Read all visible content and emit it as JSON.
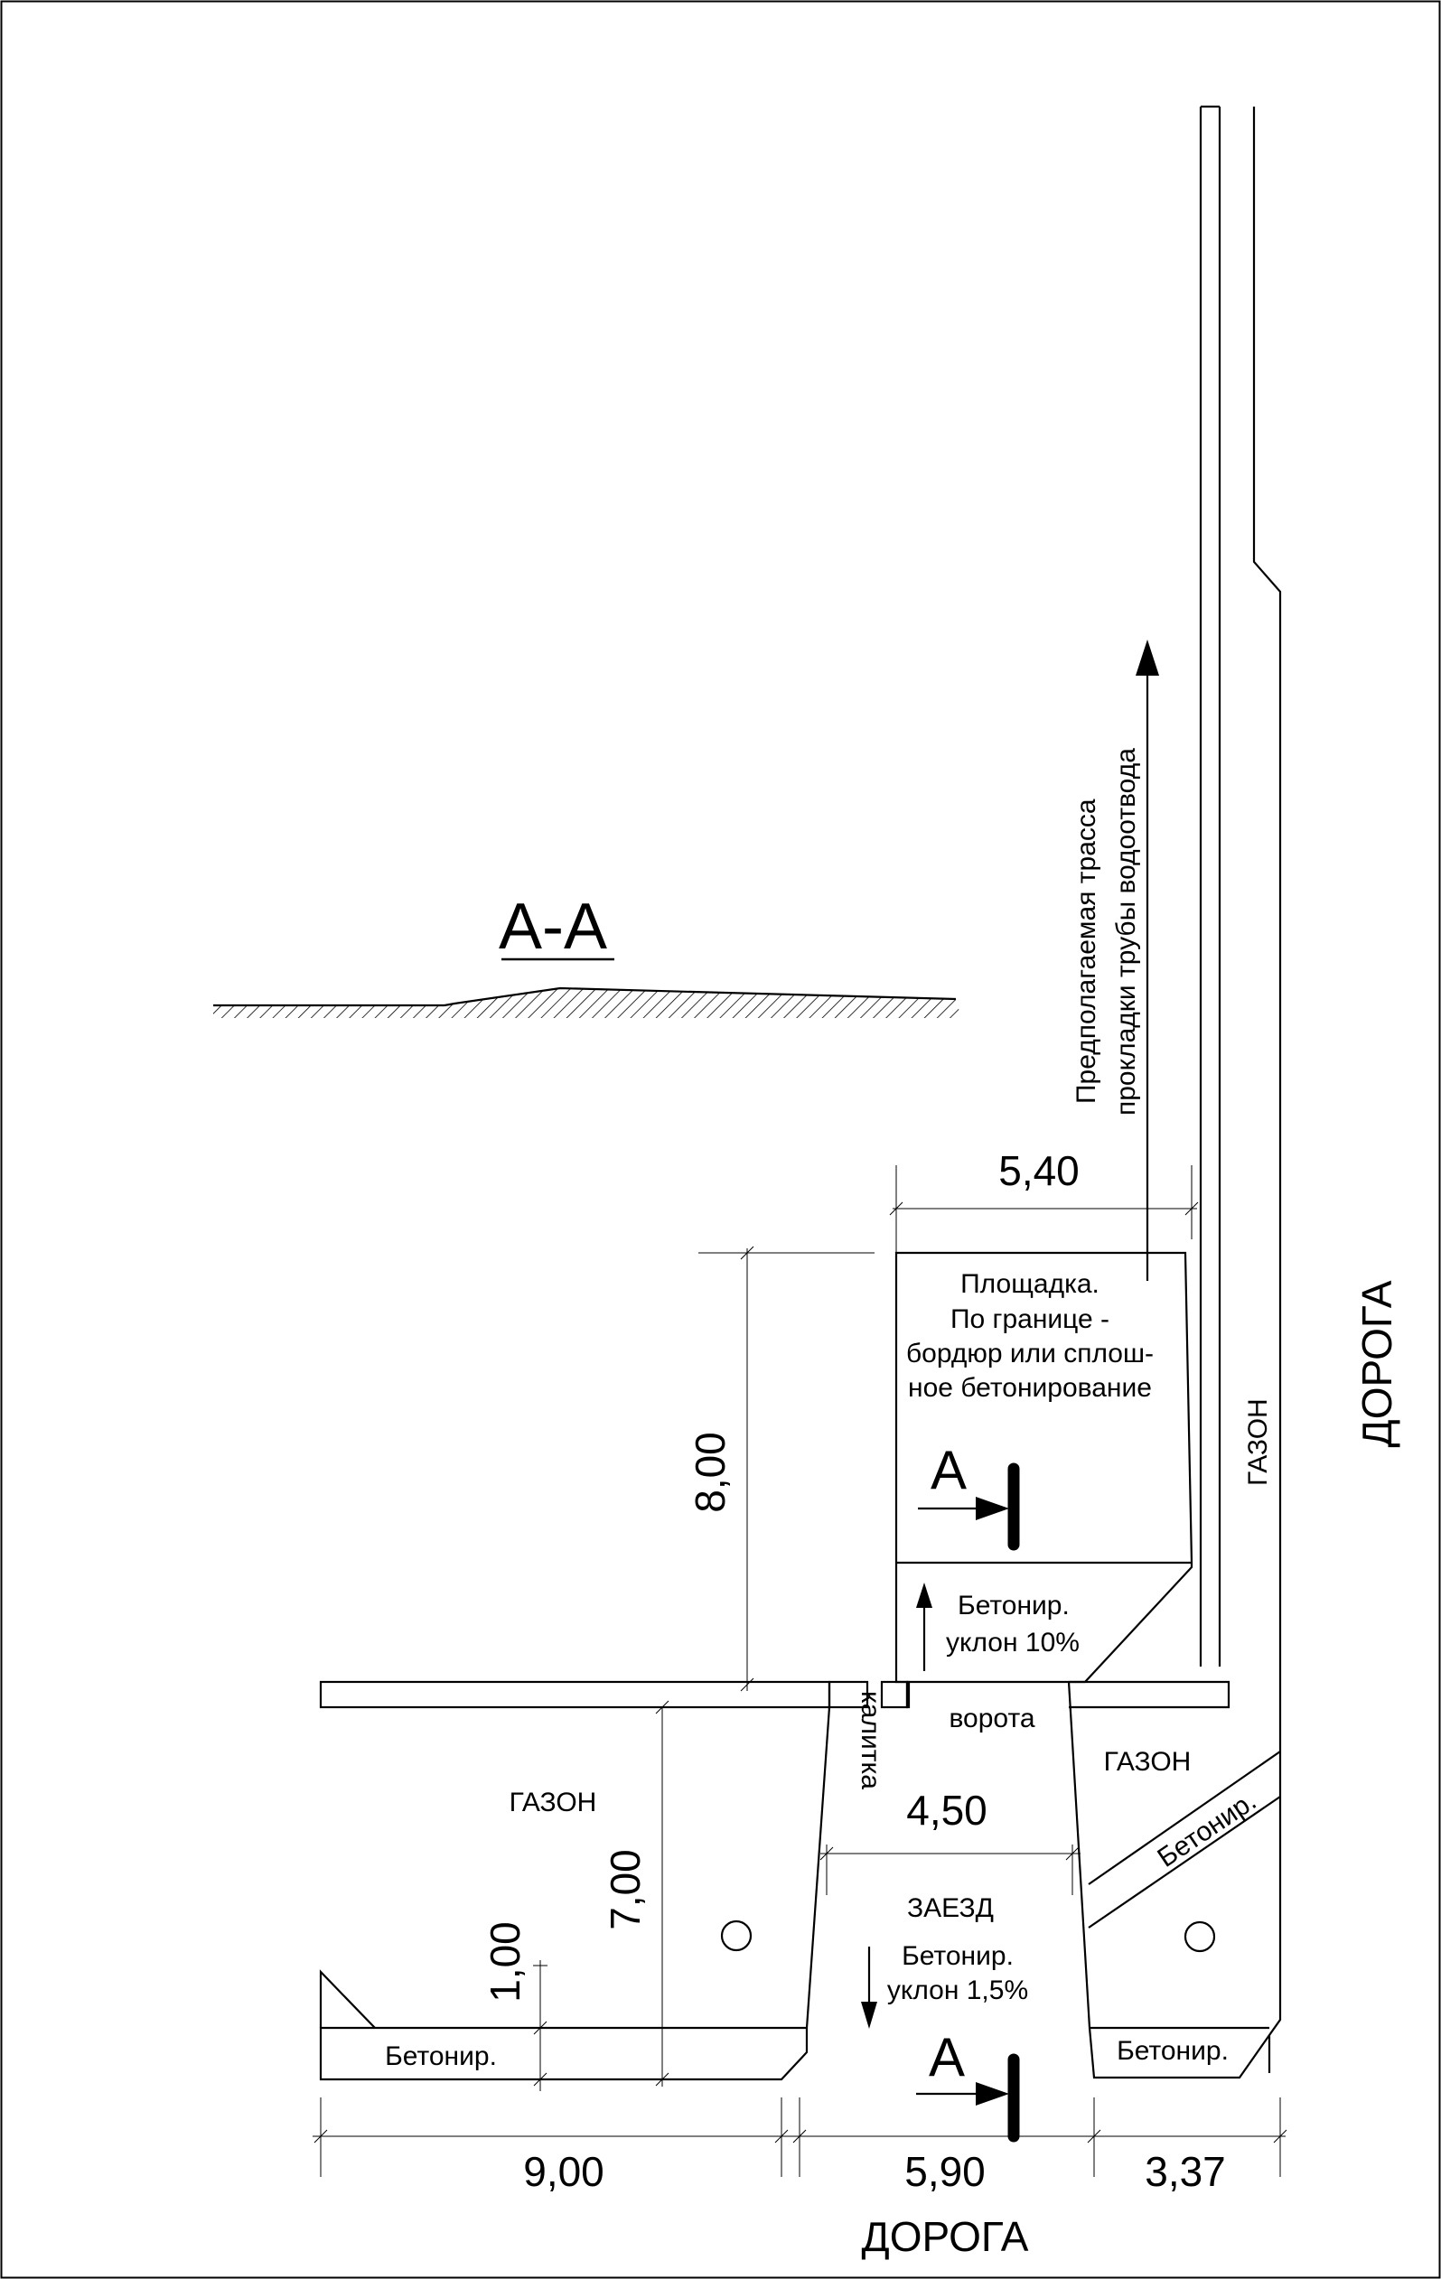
{
  "section": {
    "title": "А-А"
  },
  "pipe_route": {
    "line1": "Предполагаемая трасса",
    "line2": "прокладки трубы водоотвода"
  },
  "dimensions": {
    "width_540": "5,40",
    "height_800": "8,00",
    "gate_450": "4,50",
    "height_700": "7,00",
    "height_100": "1,00",
    "bottom_900": "9,00",
    "bottom_590": "5,90",
    "bottom_337": "3,37"
  },
  "platform": {
    "line1": "Площадка.",
    "line2": "По границе -",
    "line3": "бордюр или сплош-",
    "line4": "ное бетонирование"
  },
  "section_marks": {
    "upper": "А",
    "lower": "А"
  },
  "ramp_upper": {
    "line1": "Бетонир.",
    "line2": "уклон 10%"
  },
  "labels": {
    "road_right": "ДОРОГА",
    "road_bottom": "ДОРОГА",
    "lawn_right_vertical": "ГАЗОН",
    "lawn_left": "ГАЗОН",
    "lawn_right": "ГАЗОН",
    "wicket": "калитка",
    "gates": "ворота",
    "concrete_diag": "Бетонир.",
    "concrete_left": "Бетонир.",
    "concrete_right": "Бетонир."
  },
  "driveway": {
    "title": "ЗАЕЗД",
    "line1": "Бетонир.",
    "line2": "уклон 1,5%"
  }
}
